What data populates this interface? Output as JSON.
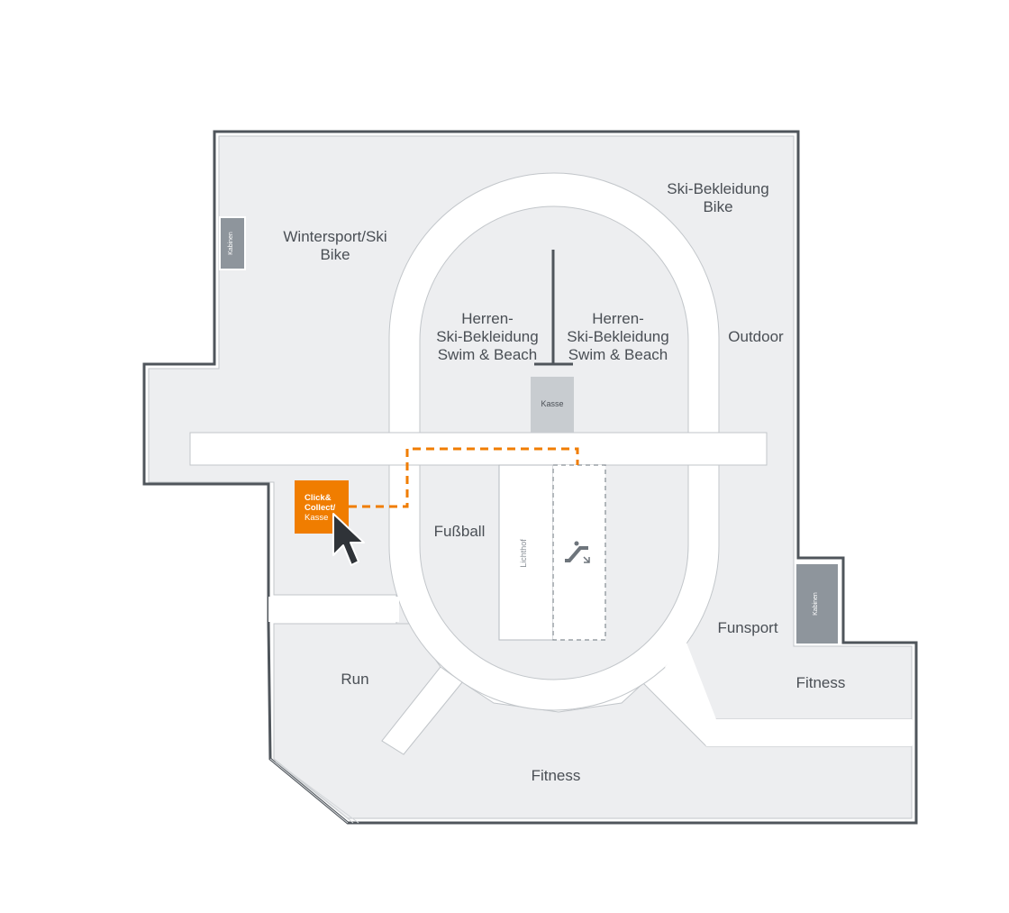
{
  "colors": {
    "floor": "#edeef0",
    "walkway": "#ffffff",
    "wall": "#4f555b",
    "kabinen": "#8e959c",
    "kasse": "#c8ccd0",
    "accent": "#f07d00",
    "cursor": "#2f3338"
  },
  "zones": {
    "wintersport_1": "Wintersport/Ski",
    "wintersport_2": "Bike",
    "skibekleidung_1": "Ski-Bekleidung",
    "skibekleidung_2": "Bike",
    "outdoor": "Outdoor",
    "herren_left_1": "Herren-",
    "herren_left_2": "Ski-Bekleidung",
    "herren_left_3": "Swim & Beach",
    "herren_right_1": "Herren-",
    "herren_right_2": "Ski-Bekleidung",
    "herren_right_3": "Swim & Beach",
    "fussball": "Fußball",
    "funsport": "Funsport",
    "run": "Run",
    "fitness_right": "Fitness",
    "fitness_bottom": "Fitness"
  },
  "facilities": {
    "kabinen_left": "Kabinen",
    "kabinen_right": "Kabinen",
    "kasse": "Kasse",
    "lichthof": "Lichthof",
    "escalator_icon": "escalator-icon"
  },
  "click_collect": {
    "line1": "Click&",
    "line2": "Collect/",
    "line3": "Kasse",
    "pointer_icon": "cursor-arrow-icon"
  }
}
